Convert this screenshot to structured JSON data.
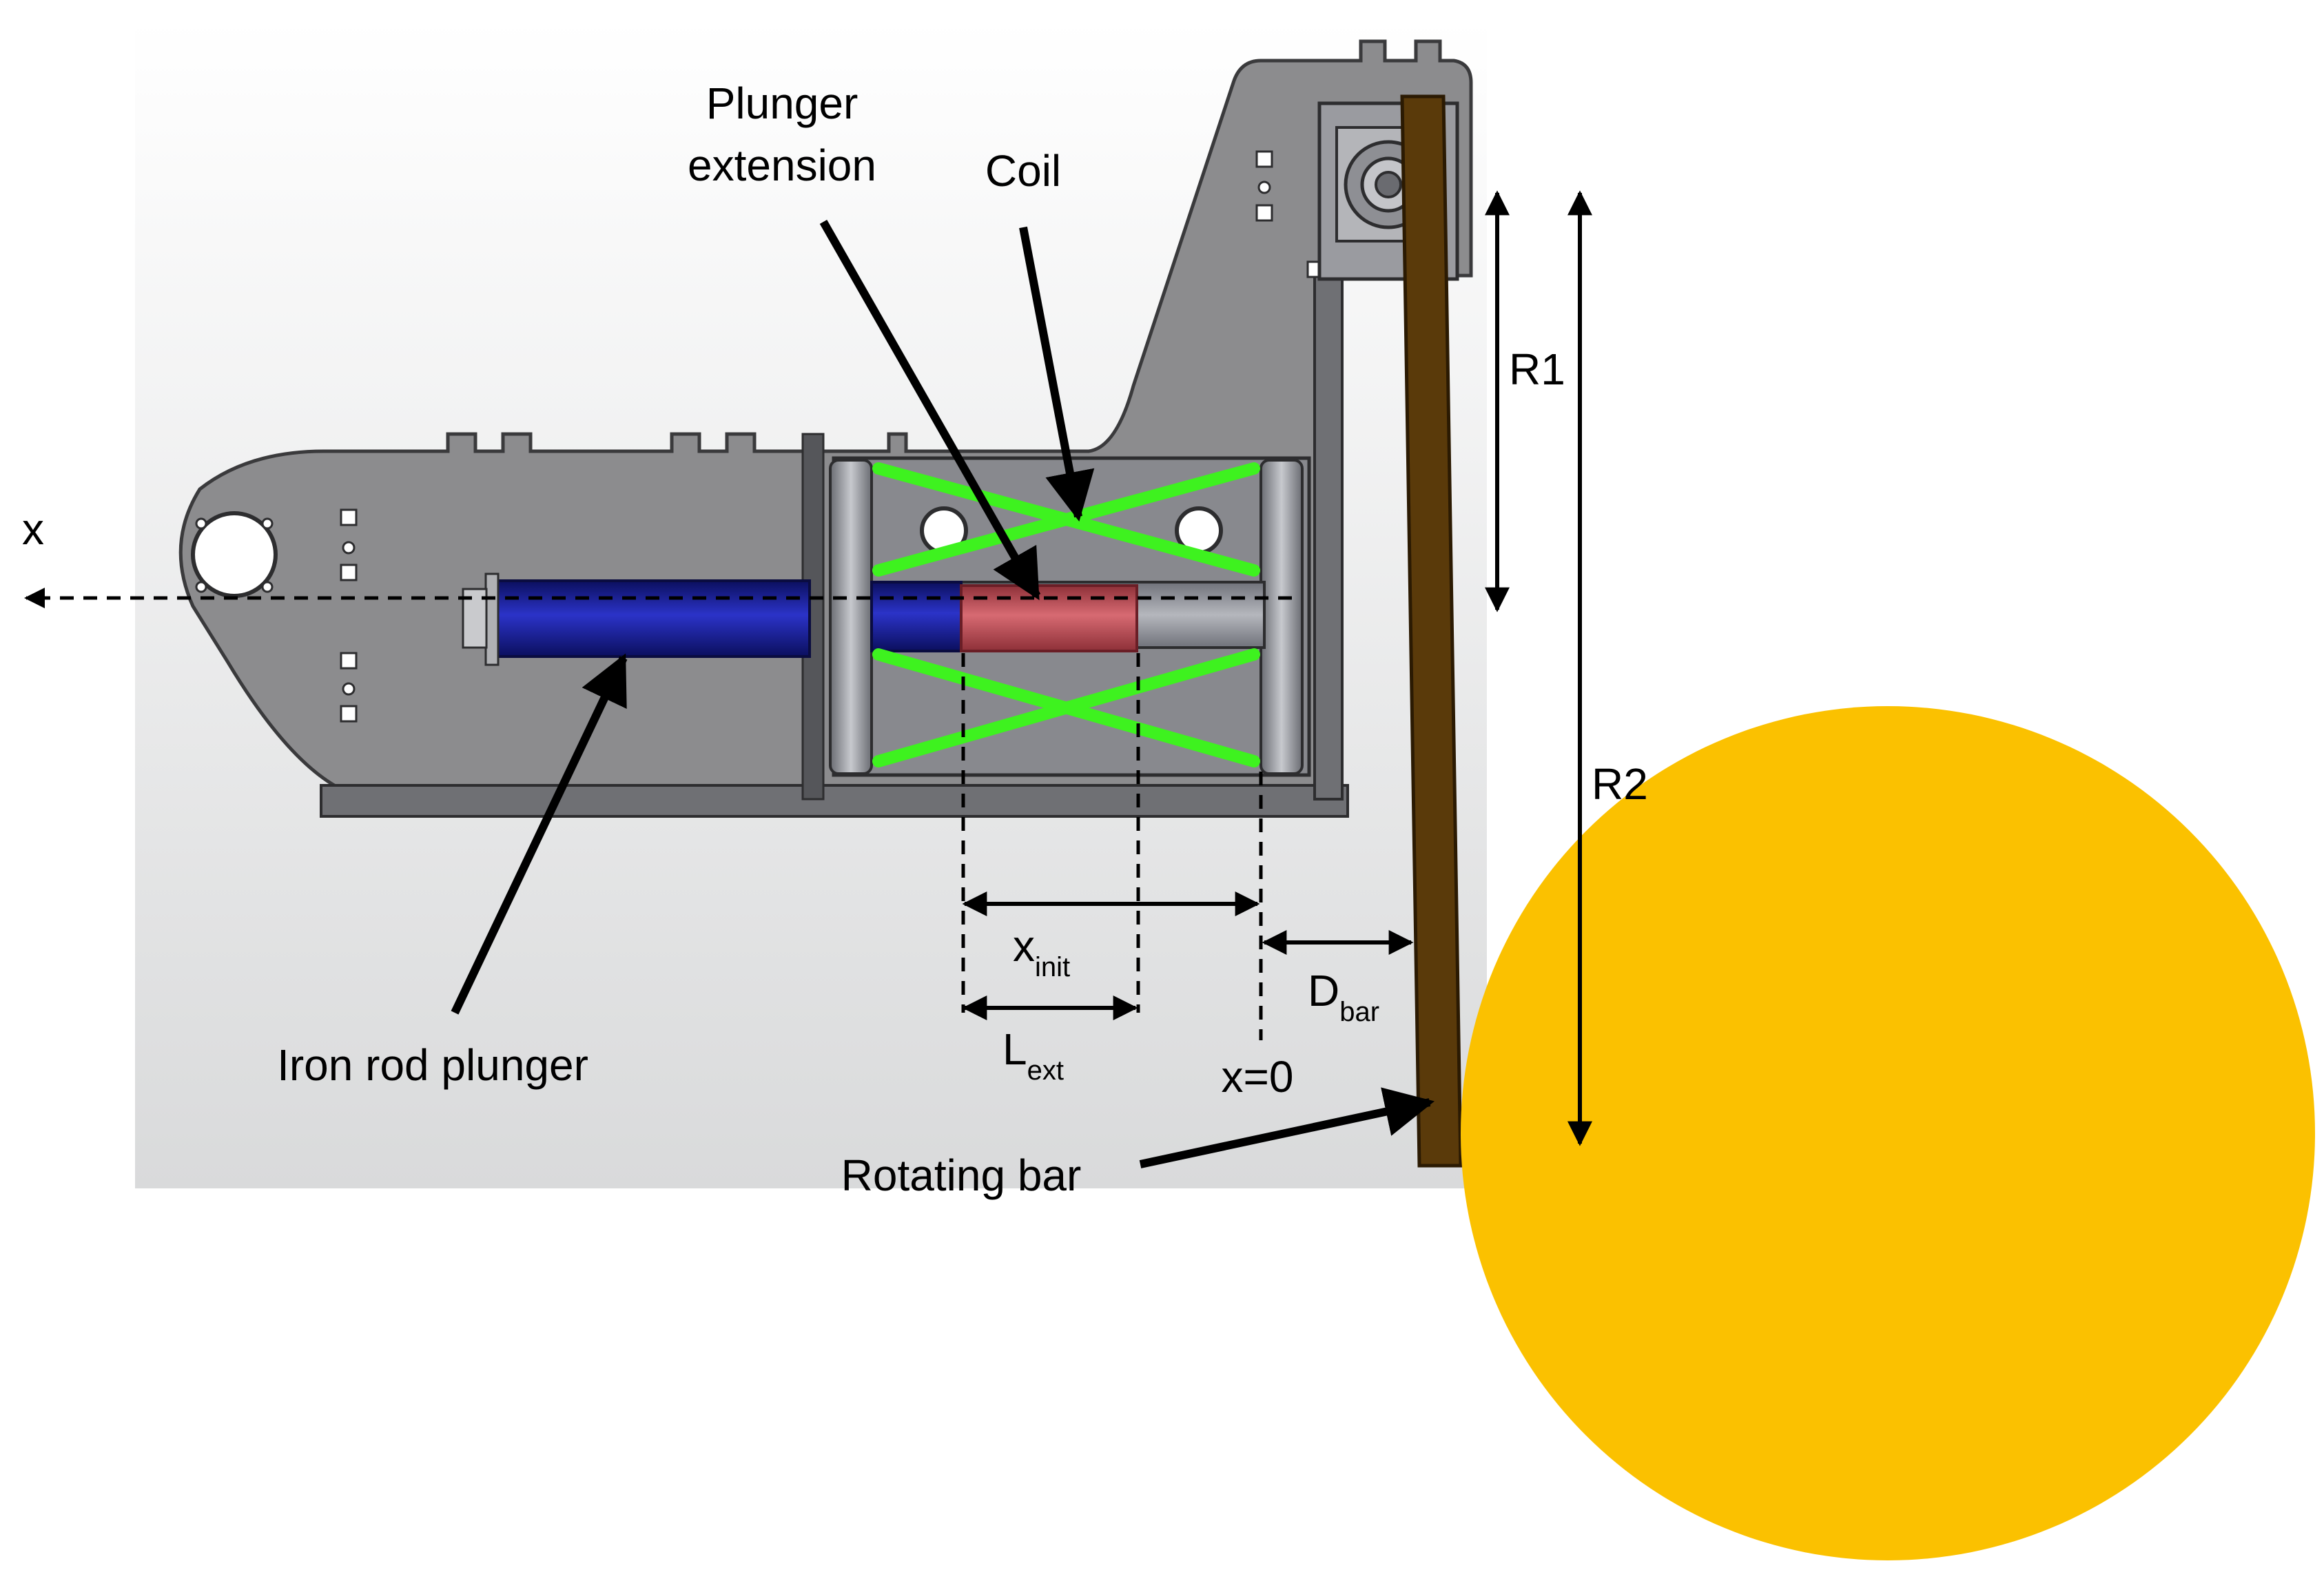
{
  "labels": {
    "plunger_extension_line1": "Plunger",
    "plunger_extension_line2": "extension",
    "coil": "Coil",
    "x_axis": "x",
    "r1": "R1",
    "r2": "R2",
    "x_init_main": "x",
    "x_init_sub": "init",
    "l_ext_main": "L",
    "l_ext_sub": "ext",
    "d_bar_main": "D",
    "d_bar_sub": "bar",
    "x_zero": "x=0",
    "iron_rod_plunger": "Iron rod plunger",
    "rotating_bar": "Rotating bar"
  },
  "colors": {
    "frame_plate": "#8c8c8e",
    "frame_edge": "#3a3a3c",
    "iron_rod": "#1a1f9e",
    "plunger_extension": "#c0505a",
    "coil_winding": "#3ef21f",
    "rotating_bar": "#5a3a0a",
    "target_disc": "#fbc100",
    "annotation": "#000000"
  }
}
